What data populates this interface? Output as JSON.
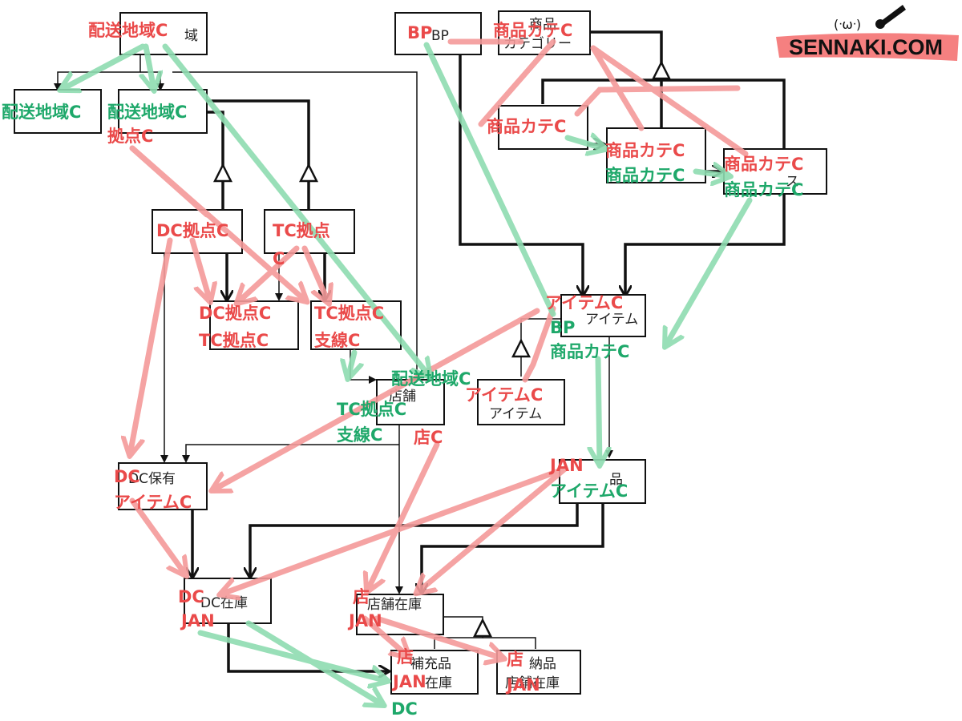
{
  "logo": {
    "text": "SENNAKI.COM",
    "face": "(ᐧωᐧ)",
    "pen": "pen-brush-icon"
  },
  "colors": {
    "red": "#ea4a4a",
    "green": "#1ea86a",
    "red_arrow": "#f49a9a",
    "green_arrow": "#8fdcb1",
    "box_line": "#111111"
  },
  "boxes": {
    "b1": "域",
    "b2": "",
    "b3": "",
    "b4": "",
    "b5": "",
    "b6": "",
    "b7": "BP",
    "b8a": "商品",
    "b8b": "カテゴリー",
    "b9": "",
    "b10": "",
    "b11": "ス",
    "b12": "アイテム",
    "b13": "",
    "b14": "店舗",
    "b15": "アイテム",
    "b16": "DC保有",
    "b17": "品",
    "b18": "DC在庫",
    "b19": "店舗在庫",
    "b20a": "補充品",
    "b20b": "在庫",
    "b21a": "納品",
    "b21b": "店舗在庫"
  },
  "labels": {
    "l1": "配送地域C",
    "l2": "配送地域C",
    "l3a": "配送地域C",
    "l3b": "拠点C",
    "l4": "DC拠点C",
    "l5a": "TC拠点",
    "l5b": "C",
    "l6a": "DC拠点C",
    "l6b": "TC拠点C",
    "l7a": "TC拠点C",
    "l7b": "支線C",
    "l8": "BP",
    "l9": "商品カテC",
    "l10": "商品カテC",
    "l11a": "商品カテC",
    "l11b": "商品カテC",
    "l12a": "商品カテC",
    "l12b": "商品カテC",
    "l13a": "アイテムC",
    "l13b": "BP",
    "l13c": "商品カテC",
    "l14": "配送地域C",
    "l15a": "TC拠点C",
    "l15b": "支線C",
    "l15c": "店C",
    "l16": "アイテムC",
    "l17a": "DC",
    "l17b": "アイテムC",
    "l18a": "JAN",
    "l18b": "アイテムC",
    "l19a": "DC",
    "l19b": "JAN",
    "l20a": "店",
    "l20b": "JAN",
    "l21a": "店",
    "l21b": "JAN",
    "l22a": "店",
    "l22b": "JAN",
    "l23": "DC"
  }
}
